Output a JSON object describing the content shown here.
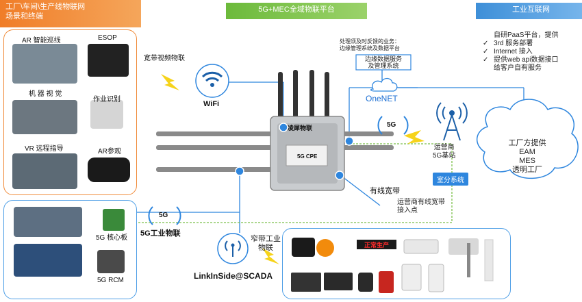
{
  "banners": {
    "scene": "工厂\\车间\\生产线物联网\n场景和终端",
    "platform": "5G+MEC全域物联平台",
    "industrial": "工业互联网"
  },
  "terminals": {
    "ar_patrol": "AR 智能巡线",
    "esop": "ESOP",
    "machine_vision": "机 器 视 觉",
    "job_recognition": "作业识别",
    "vr_remote": "VR 远程指导",
    "ar_view": "AR参观",
    "core_board": "5G 核心板",
    "rcm": "5G RCM"
  },
  "center": {
    "broadband_video": "宽带视频物联",
    "wifi": "WiFi",
    "edge_note": "处理须及时反馈的业务：\n边缘管理系统及数据平台",
    "edge_box": "边缘数据服务\n及管理系统",
    "onenet": "OneNET",
    "device_brand": "凌犀物联",
    "device_model": "5G CPE",
    "fiveg_badge": "5G",
    "fiveg_badge2": "5G",
    "fiveg_iot": "5G工业物联",
    "wired": "有线宽带",
    "operator_access": "运营商有线宽带\n接入点",
    "narrow_iot": "窄带工业\n物联",
    "linkinside": "LinkInSide@SCADA"
  },
  "right": {
    "paas_list": [
      "自研PaaS平台，提供",
      "3rd 服务部署",
      "Internet 接入",
      "提供web api数据接口\n给客户自有服务"
    ],
    "base_station": "运营商\n5G基站",
    "indoor": "室分系统",
    "cloud_text": "工厂方提供\nEAM\nMES\n透明工厂"
  },
  "devices": {
    "led_text": "正常生产"
  },
  "colors": {
    "orange": "#f07d28",
    "green": "#6cba3b",
    "blue": "#3e8fd8",
    "line": "#2e86de",
    "dashed": "#7bbf4a",
    "lightning": "#f6d31a"
  }
}
